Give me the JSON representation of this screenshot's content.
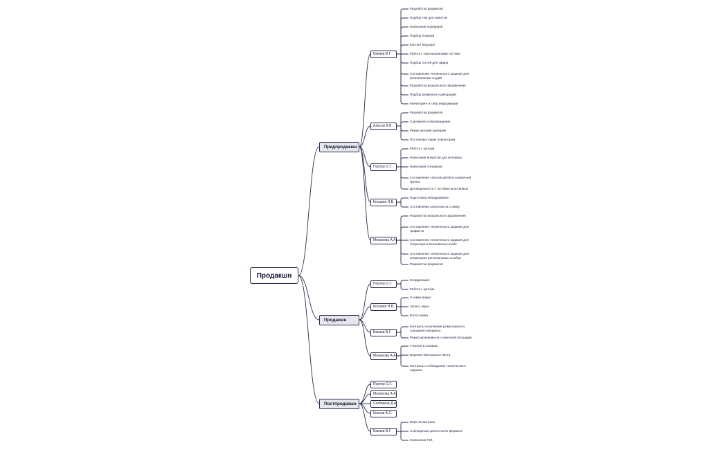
{
  "mindmap": {
    "root": "Продакшн",
    "branches": [
      {
        "label": "Предпродакшн",
        "people": [
          {
            "name": "Бакаев В.Г.",
            "tasks": [
              "Разработка форматов",
              "Подбор тем для сюжетов",
              "Написание сценариев",
              "Подбор локаций",
              "Кастинг ведущих",
              "Работа с приглашенными гостями",
              "Подбор гостей для эфира",
              "Составление технического задания для региональных студий",
              "Разработка визуального оформления",
              "Подбор реквизита и декораций",
              "Мониторинг и сбор информации"
            ]
          },
          {
            "name": "Алисов В.В.",
            "tasks": [
              "Разработка форматов",
              "Сценарное сопровождение",
              "Режиссерский сценарий",
              "Постановка задач операторам"
            ]
          },
          {
            "name": "Портер О.Г.",
            "tasks": [
              "Работа с детьми",
              "Написание вопросов для интервью",
              "Написание стендапов",
              "Составление списков детей и съемочной группы",
              "Договоренность с гостями на интервью"
            ]
          },
          {
            "name": "Косарев Н.В.",
            "tasks": [
              "Подготовка оборудования",
              "Составление запросов на съемку"
            ]
          },
          {
            "name": "Монахова А.А.",
            "tasks": [
              "Разработка визуального оформления",
              "Составление технического задания для графиста",
              "Составление технического задания для оператора в Московском штабе",
              "Составление технического задания для операторов региональных штабов",
              "Разработка форматов"
            ]
          }
        ]
      },
      {
        "label": "Продакшн",
        "people": [
          {
            "name": "Портер О.Г.",
            "tasks": [
              "Координация",
              "Работа с детьми"
            ]
          },
          {
            "name": "Косарев Н.В.",
            "tasks": [
              "Съемка видео",
              "Запись звука",
              "Фотосъемка"
            ]
          },
          {
            "name": "Бакаев В.Г.",
            "tasks": [
              "Контроль исполнения режиссерского сценария и формата",
              "Режиссирование на съемочной площадке"
            ]
          },
          {
            "name": "Монахова А.А.",
            "tasks": [
              "Участие в съемках",
              "Ведение монтажного листа",
              "Контроль и соблюдение технического задания"
            ]
          }
        ]
      },
      {
        "label": "Постпродакшн",
        "people": [
          {
            "name": "Портер О.Г.",
            "tasks": []
          },
          {
            "name": "Монахова А.А.",
            "tasks": []
          },
          {
            "name": "Селёмина Д.А.",
            "tasks": []
          },
          {
            "name": "Козлов А.С.",
            "tasks": []
          },
          {
            "name": "Бакаев В.Г.",
            "tasks": [
              "Верстка выпуска",
              "Соблюдение целостности формата",
              "Написание ГЗК"
            ]
          }
        ]
      }
    ]
  },
  "colors": {
    "line": "#2a2c4e",
    "text": "#1b1c3a",
    "branch_fill": "#e6e7ec",
    "background": "#ffffff"
  }
}
